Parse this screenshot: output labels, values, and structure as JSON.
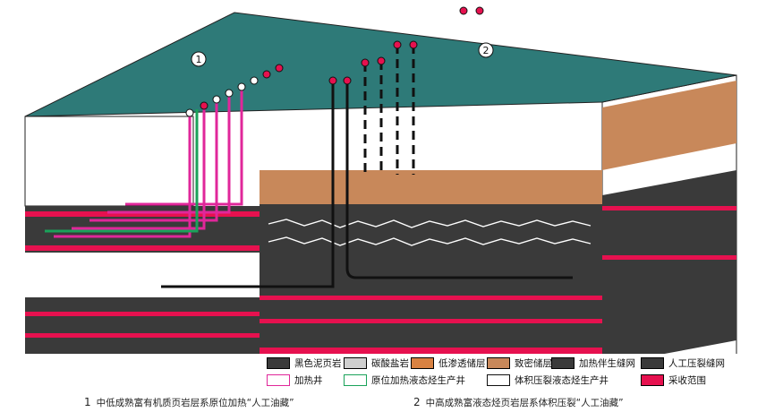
{
  "block_labels": {
    "one": "1",
    "two": "2"
  },
  "legend": {
    "row1": [
      {
        "key": "shale",
        "label": "黑色泥页岩"
      },
      {
        "key": "carbonate",
        "label": "碳酸盐岩"
      },
      {
        "key": "lowperm",
        "label": "低渗透储层"
      },
      {
        "key": "tight",
        "label": "致密储层"
      },
      {
        "key": "heatfrac",
        "label": "加热伴生缝网"
      },
      {
        "key": "artfrac",
        "label": "人工压裂缝网"
      }
    ],
    "row2": [
      {
        "key": "heatwell",
        "label": "加热井"
      },
      {
        "key": "insitu",
        "label": "原位加热液态烃生产井"
      },
      {
        "key": "volfrac",
        "label": "体积压裂液态烃生产井"
      },
      {
        "key": "recovery",
        "label": "采收范围"
      }
    ]
  },
  "captions": {
    "one_num": "1",
    "one_text": "中低成熟富有机质页岩层系原位加热“人工油藏”",
    "two_num": "2",
    "two_text": "中高成熟富液态烃页岩层系体积压裂“人工油藏”"
  },
  "colors": {
    "top_surface": "#2e7a78",
    "shale": "#3a3a3a",
    "recovery": "#e6114f",
    "tight": "#c8885a",
    "heat_well": "#e0279a",
    "insitu_well": "#1aa25a",
    "frac_well": "#111111",
    "grey_base": "#a8a8a8"
  }
}
